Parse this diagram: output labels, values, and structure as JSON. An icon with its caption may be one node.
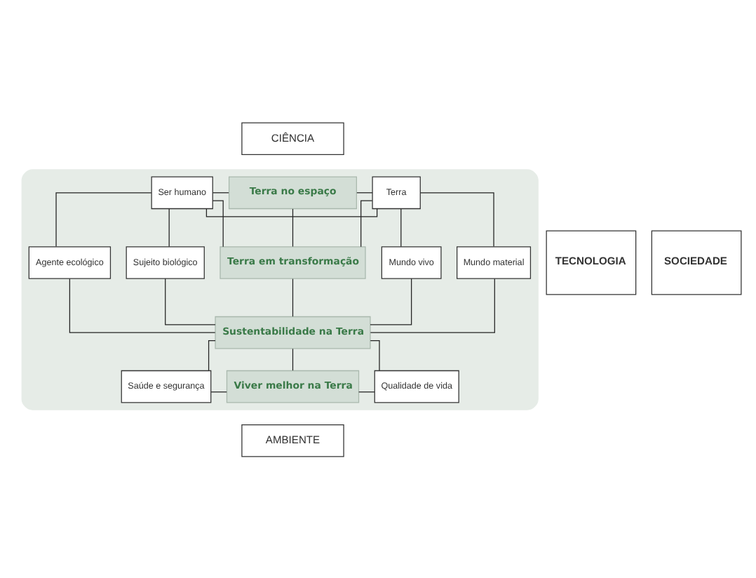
{
  "diagram": {
    "nodes": [
      {
        "text": [
          "CIÊNCIA"
        ]
      },
      {
        "text": [],
        "shape": "ellipse"
      },
      {
        "text": [
          "Terra no espaço"
        ],
        "in": 1
      },
      {
        "text": [
          "Terra"
        ],
        "in": 1
      },
      {
        "text": [
          "Ser humano"
        ],
        "in": 1
      },
      {
        "text": [
          "TECNOLOGIA"
        ]
      },
      {
        "text": [
          "Terra em transformação"
        ],
        "in": 1
      },
      {
        "text": [
          "Mundo material"
        ],
        "in": 1
      },
      {
        "text": [
          "Mundo vivo"
        ],
        "in": 1
      },
      {
        "text": [
          "Agente ecológico"
        ],
        "in": 1
      },
      {
        "text": [
          "Sujeito biológico"
        ],
        "in": 1
      },
      {
        "text": [
          "SOCIEDADE"
        ]
      },
      {
        "text": [
          "Sustentabilidade na Terra"
        ],
        "in": 1
      },
      {
        "text": [
          "Saúde e segurança"
        ],
        "in": 1
      },
      {
        "text": [
          "Viver melhor na Terra"
        ],
        "in": 1
      },
      {
        "text": [
          "Qualidade de vida"
        ],
        "in": 1
      },
      {
        "text": [
          "AMBIENTE"
        ]
      }
    ],
    "edges": [
      {
        "from": 3,
        "to": 4,
        "arrow": "none"
      },
      {
        "from": 3,
        "to": 2,
        "arrow": "none"
      },
      {
        "from": 3,
        "to": 6,
        "arrow": "none"
      },
      {
        "from": 4,
        "to": 2,
        "arrow": "none"
      },
      {
        "from": 4,
        "to": 6,
        "arrow": "none"
      },
      {
        "from": 2,
        "to": 6,
        "arrow": "none"
      },
      {
        "from": 3,
        "to": 7,
        "arrow": "none"
      },
      {
        "from": 3,
        "to": 8,
        "arrow": "none"
      },
      {
        "from": 4,
        "to": 9,
        "arrow": "none"
      },
      {
        "from": 4,
        "to": 10,
        "arrow": "none"
      },
      {
        "from": 7,
        "to": 12,
        "arrow": "none"
      },
      {
        "from": 8,
        "to": 12,
        "arrow": "none"
      },
      {
        "from": 6,
        "to": 12,
        "arrow": "none"
      },
      {
        "from": 9,
        "to": 12,
        "arrow": "none"
      },
      {
        "from": 10,
        "to": 12,
        "arrow": "none"
      },
      {
        "from": 12,
        "to": 13,
        "arrow": "none"
      },
      {
        "from": 12,
        "to": 14,
        "arrow": "none"
      },
      {
        "from": 12,
        "to": 15,
        "arrow": "none"
      },
      {
        "from": 13,
        "to": 14,
        "arrow": "none"
      },
      {
        "from": 15,
        "to": 14,
        "arrow": "none"
      }
    ]
  }
}
